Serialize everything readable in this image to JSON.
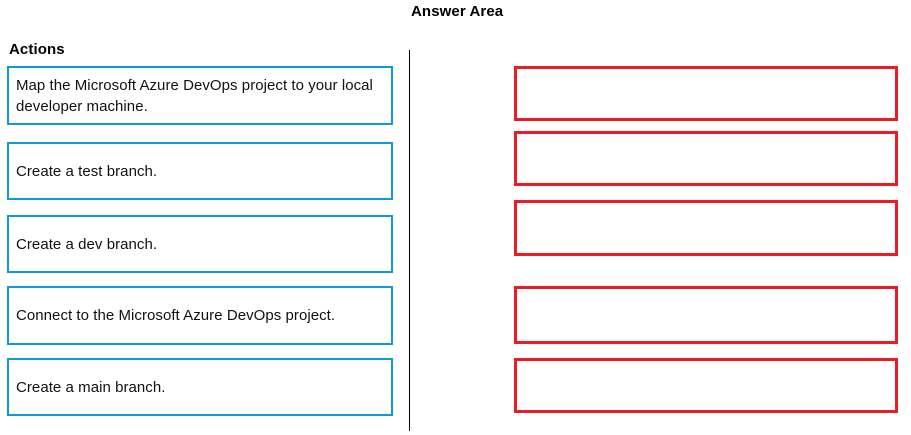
{
  "page": {
    "answer_area_title": "Answer Area",
    "actions_title": "Actions"
  },
  "actions": {
    "items": [
      {
        "label": "Map the Microsoft Azure DevOps project to your local developer machine."
      },
      {
        "label": "Create a test branch."
      },
      {
        "label": "Create a dev branch."
      },
      {
        "label": "Connect to the Microsoft Azure DevOps project."
      },
      {
        "label": "Create a main branch."
      }
    ]
  },
  "answer_area": {
    "slots": [
      {
        "label": ""
      },
      {
        "label": ""
      },
      {
        "label": ""
      },
      {
        "label": ""
      },
      {
        "label": ""
      }
    ]
  },
  "colors": {
    "action_border": "#0C9BDB",
    "answer_border": "#EC1C24",
    "divider": "#000000",
    "text": "#111111",
    "background": "#FFFFFF"
  }
}
